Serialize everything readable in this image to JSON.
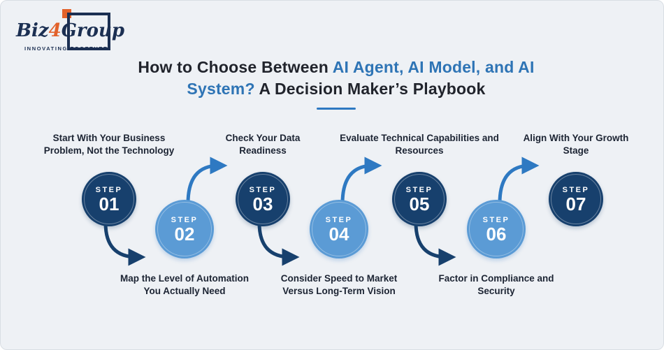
{
  "logo": {
    "part_biz": "Biz",
    "part_4": "4",
    "part_group": "Group",
    "tagline": "INNOVATING TOGETHER"
  },
  "title": {
    "prefix": "How to Choose Between ",
    "highlight": "AI Agent, AI Model, and AI System?",
    "suffix": " A Decision Maker’s Playbook"
  },
  "steps": [
    {
      "label": "STEP",
      "number": "01",
      "caption": "Start With Your Business Problem, Not the Technology"
    },
    {
      "label": "STEP",
      "number": "02",
      "caption": "Map the Level of Automation You Actually Need"
    },
    {
      "label": "STEP",
      "number": "03",
      "caption": "Check Your Data Readiness"
    },
    {
      "label": "STEP",
      "number": "04",
      "caption": "Consider Speed to Market Versus Long-Term Vision"
    },
    {
      "label": "STEP",
      "number": "05",
      "caption": "Evaluate Technical Capabilities and Resources"
    },
    {
      "label": "STEP",
      "number": "06",
      "caption": "Factor in Compliance and Security"
    },
    {
      "label": "STEP",
      "number": "07",
      "caption": "Align With Your Growth Stage"
    }
  ],
  "colors": {
    "background": "#EEF1F5",
    "dark_circle": "#17406D",
    "light_circle": "#5B9BD5",
    "title_dark": "#21242C",
    "title_highlight": "#2E74B5",
    "arrow_dark": "#17406D",
    "arrow_light": "#2E79C2",
    "logo_navy": "#1B2F52",
    "logo_accent": "#E2622B"
  }
}
